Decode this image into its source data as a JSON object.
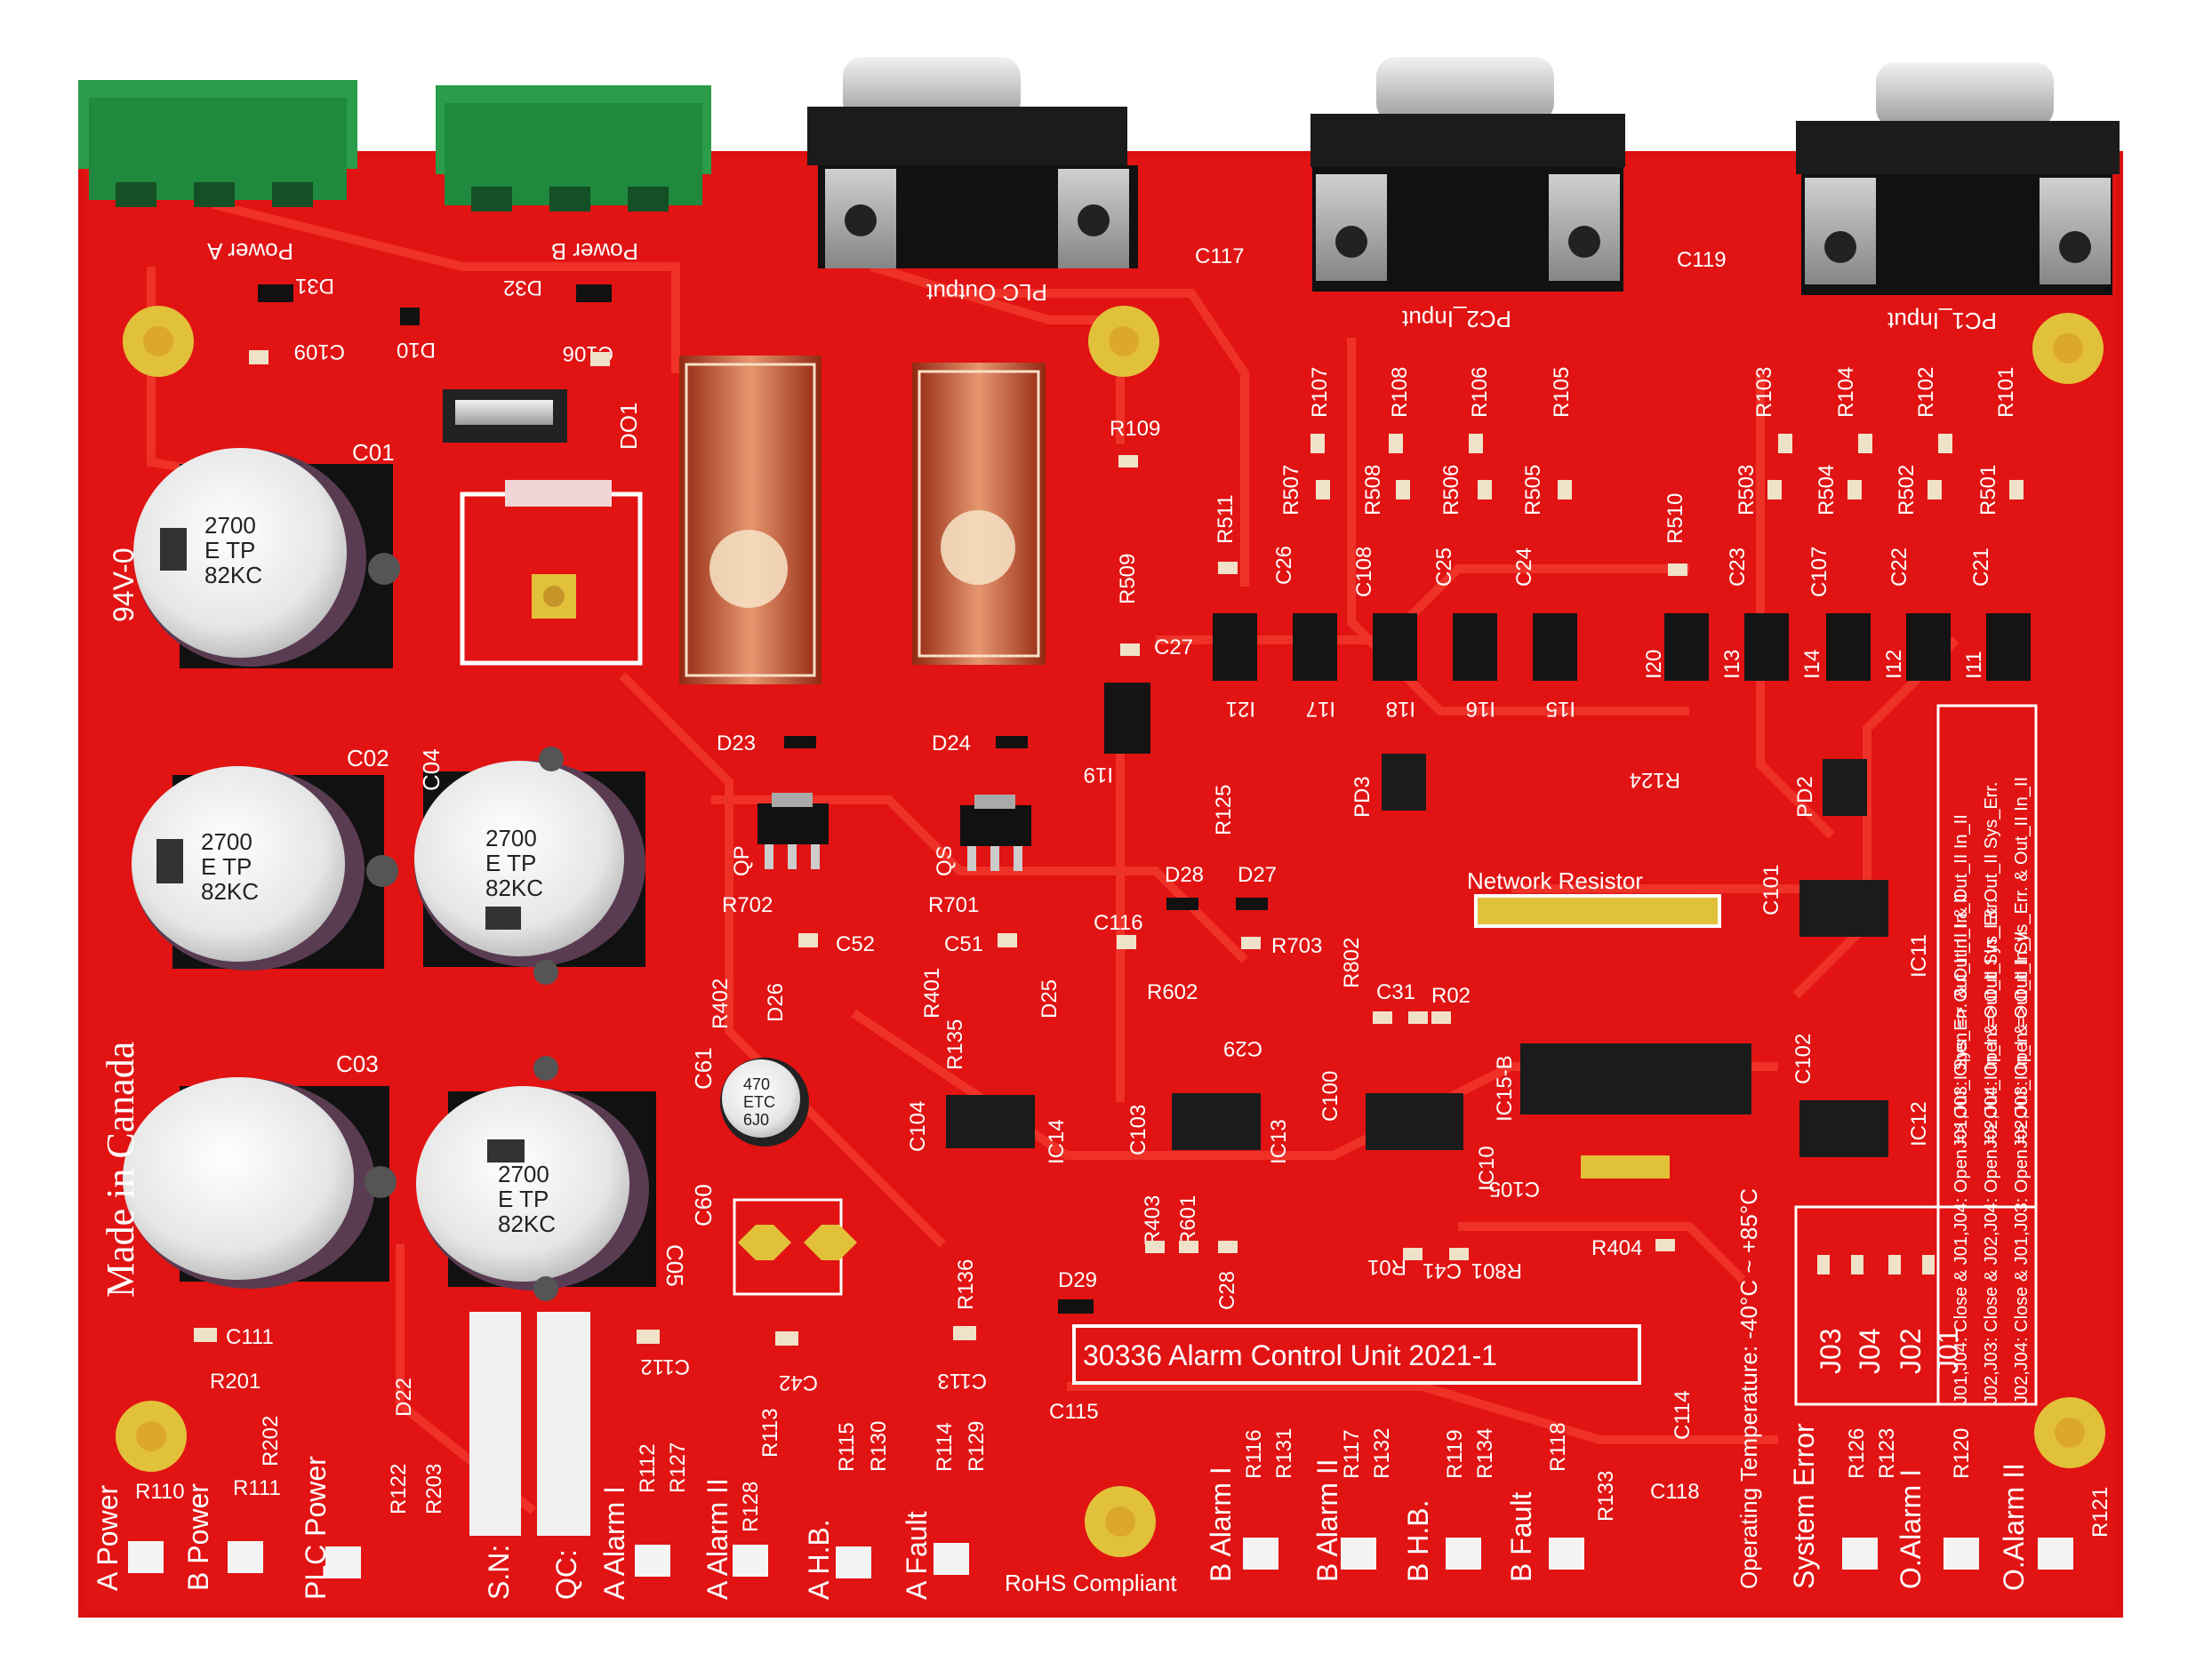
{
  "board": {
    "title": "30336  Alarm  Control  Unit  2021-1",
    "made_in": "Made in Canada",
    "flammability": "94V-0",
    "rohs": "RoHS Compliant",
    "operating_temp": "Operating Temperature: -40°C ~ +85°C",
    "network_resistor": "Network  Resistor",
    "sn": "S.N:",
    "qc": "QC:"
  },
  "connectors": {
    "power_a": "Power A",
    "power_b": "Power B",
    "plc_output": "PLC Output",
    "pc2_input": "PC2_Input",
    "pc1_input": "PC1_Input"
  },
  "electrolytic_labels": {
    "c01": "C01",
    "c02": "C02",
    "c03": "C03",
    "c04": "C04",
    "c05": "C05",
    "c61": "C61",
    "c60": "C60",
    "do1": "DO1"
  },
  "cap_print": {
    "big_1": "2700",
    "big_2": "E TP",
    "big_3": "82KC",
    "small_1": "470",
    "small_2": "ETC",
    "small_3": "6J0"
  },
  "left_labels": {
    "d31": "D31",
    "d32": "D32",
    "d10": "D10",
    "c109": "C109",
    "c106": "C106",
    "c111": "C111",
    "c112": "C112",
    "c42": "C42",
    "c113": "C113",
    "c115": "C115",
    "d22": "D22",
    "r201": "R201",
    "r202": "R202",
    "r110": "R110",
    "r111": "R111",
    "r122": "R122",
    "r203": "R203"
  },
  "relay_labels": {
    "d23": "D23",
    "d24": "D24",
    "qp": "QP",
    "qs": "QS",
    "r702": "R702",
    "r701": "R701",
    "c52": "C52",
    "c51": "C51",
    "r402": "R402",
    "d26": "D26",
    "r401": "R401",
    "d25": "D25",
    "r109": "R109",
    "r509": "R509",
    "c27": "C27",
    "i19": "I19",
    "c116": "C116",
    "d28": "D28",
    "d27": "D27",
    "r703": "R703",
    "r125": "R125"
  },
  "opto_labels": {
    "r107": "R107",
    "r108": "R108",
    "r106": "R106",
    "r105": "R105",
    "r103": "R103",
    "r104": "R104",
    "r102": "R102",
    "r101": "R101",
    "r507": "R507",
    "r508": "R508",
    "r506": "R506",
    "r505": "R505",
    "r503": "R503",
    "r504": "R504",
    "r502": "R502",
    "r501": "R501",
    "r511": "R511",
    "r510": "R510",
    "c26": "C26",
    "c108": "C108",
    "c25": "C25",
    "c24": "C24",
    "c23": "C23",
    "c107": "C107",
    "c22": "C22",
    "c21": "C21",
    "c117": "C117",
    "c119": "C119",
    "i21": "I21",
    "i17": "I17",
    "i18": "I18",
    "i16": "I16",
    "i15": "I15",
    "i20": "I20",
    "i13": "I13",
    "i14": "I14",
    "i12": "I12",
    "i11": "I11",
    "pd3": "PD3",
    "pd2": "PD2",
    "r124": "R124"
  },
  "ic_labels": {
    "ic14": "IC14",
    "ic13": "IC13",
    "ic10": "IC10",
    "ic15b": "IC15-B",
    "ic12": "IC12",
    "ic11": "IC11",
    "c101": "C101",
    "c102": "C102",
    "c104": "C104",
    "c103": "C103",
    "c100": "C100",
    "c29": "C29",
    "c31": "C31",
    "r02": "R02",
    "r802": "R802",
    "r602": "R602",
    "r135": "R135",
    "c105": "C105",
    "r403": "R403",
    "r601": "R601",
    "c28": "C28",
    "r01": "R01",
    "c41": "C41",
    "r801": "R801",
    "r404": "R404",
    "r136": "R136",
    "d29": "D29",
    "c114": "C114",
    "c118": "C118"
  },
  "bottom_labels": {
    "a_power": "A Power",
    "b_power": "B Power",
    "plc_power": "PLC Power",
    "a_alarm_i": "A Alarm I",
    "a_alarm_ii": "A Alarm II",
    "a_hb": "A H.B.",
    "a_fault": "A Fault",
    "b_alarm_i": "B Alarm I",
    "b_alarm_ii": "B Alarm II",
    "b_hb": "B H.B.",
    "b_fault": "B Fault",
    "system_error": "System Error",
    "o_alarm_i": "O.Alarm I",
    "o_alarm_ii": "O.Alarm II",
    "r112": "R112",
    "r127": "R127",
    "r128": "R128",
    "r113": "R113",
    "r115": "R115",
    "r130": "R130",
    "r114": "R114",
    "r129": "R129",
    "r116": "R116",
    "r131": "R131",
    "r117": "R117",
    "r132": "R132",
    "r119": "R119",
    "r134": "R134",
    "r118": "R118",
    "r133": "R133",
    "r126": "R126",
    "r123": "R123",
    "r120": "R120",
    "r121": "R121"
  },
  "jumpers": {
    "j03": "J03",
    "j04": "J04",
    "j02": "J02",
    "j01": "J01",
    "line1": "J01,J03: Open => Out_I In_I & Out_II In_II",
    "line2": "J02,J04: Open => Out_I In_I & Out_II Sys_Err.",
    "line3": "J02,J03: Open => Out_I Sys_Err. & Out_II In_II",
    "line4": "J01,J04: Close & J01,J04: Open => Out_I Sys_Err. & Out_II In_II",
    "line5": "J02,J03: Close & J02,J04: Open => Out_I In_I & Out_II Sys_Err.",
    "line6": "J02,J04: Close & J01,J03: Open => Out_I In_I & Out_II In_II"
  },
  "colors": {
    "board_red": "#e11313",
    "trace_red": "#f12a22",
    "silk": "#ffffff",
    "terminal_green": "#27a24a",
    "pad_gold": "#e2c13a",
    "connector_black": "#1b1b1b",
    "cap_purple": "#5a3c52"
  }
}
